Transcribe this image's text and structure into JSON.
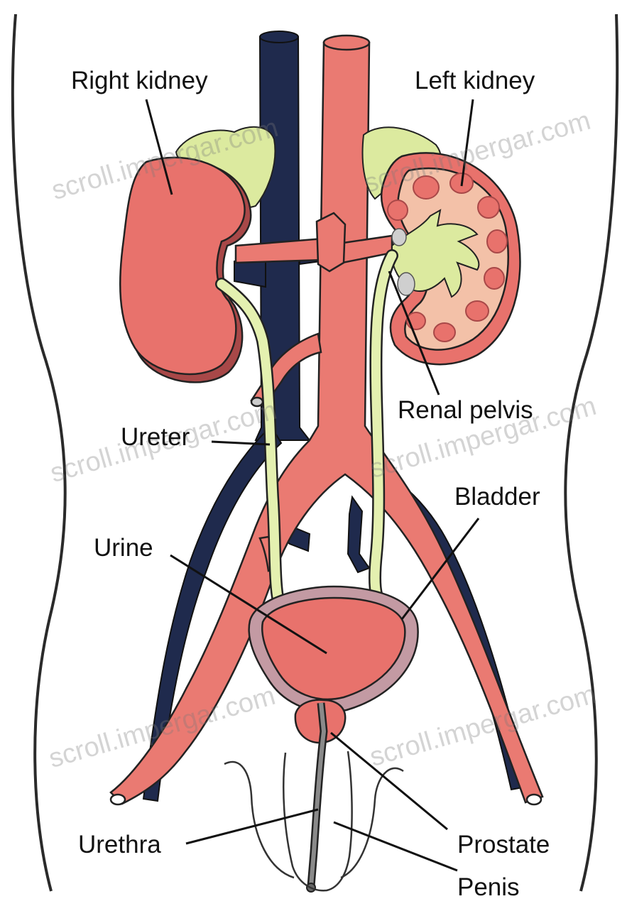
{
  "labels": {
    "right_kidney": "Right kidney",
    "left_kidney": "Left kidney",
    "renal_pelvis": "Renal pelvis",
    "ureter": "Ureter",
    "bladder": "Bladder",
    "urine": "Urine",
    "urethra": "Urethra",
    "prostate": "Prostate",
    "penis": "Penis"
  },
  "watermark": "scroll.impergar.com",
  "colors": {
    "artery": "#ea7a72",
    "vein": "#1f2a4d",
    "kidney": "#e8726c",
    "kidney_shadow": "#a84848",
    "adrenal": "#dcea9f",
    "ureter": "#e4f0b0",
    "bladder_wall": "#c39aa3",
    "outline": "#222222"
  }
}
